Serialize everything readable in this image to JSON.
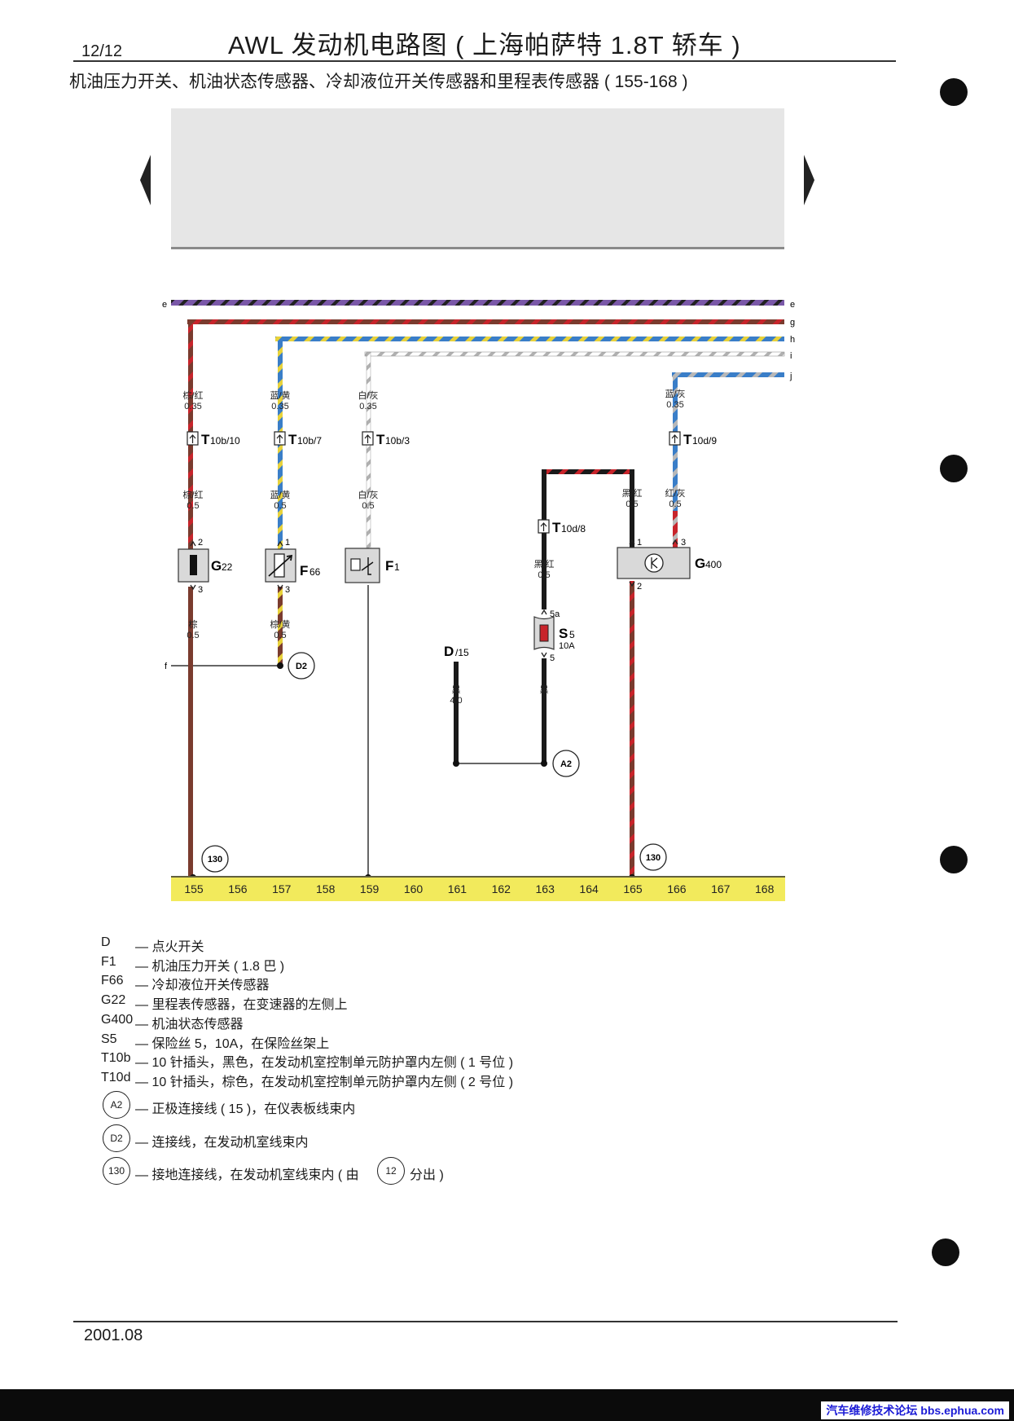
{
  "header": {
    "page_number": "12/12",
    "title": "AWL 发动机电路图 ( 上海帕萨特 1.8T 轿车 )",
    "subtitle": "机油压力开关、机油状态传感器、冷却液位开关传感器和里程表传感器 ( 155-168 )"
  },
  "bus_letters": [
    "e",
    "g",
    "h",
    "i",
    "j",
    "f"
  ],
  "wire_labels": [
    {
      "id": "w155a",
      "color": "棕/红",
      "size": "0.35"
    },
    {
      "id": "w157a",
      "color": "蓝/黄",
      "size": "0.35"
    },
    {
      "id": "w159a",
      "color": "白/灰",
      "size": "0.35"
    },
    {
      "id": "w166a",
      "color": "蓝/灰",
      "size": "0.35"
    },
    {
      "id": "w155b",
      "color": "棕/红",
      "size": "0.5"
    },
    {
      "id": "w157b",
      "color": "蓝/黄",
      "size": "0.5"
    },
    {
      "id": "w159b",
      "color": "白/灰",
      "size": "0.5"
    },
    {
      "id": "w165a",
      "color": "黑/红",
      "size": "0.5"
    },
    {
      "id": "w166b",
      "color": "红/灰",
      "size": "0.5"
    },
    {
      "id": "w163a",
      "color": "黑/红",
      "size": "0.5"
    },
    {
      "id": "w155c",
      "color": "棕",
      "size": "0.5"
    },
    {
      "id": "w157c",
      "color": "棕/黄",
      "size": "0.5"
    },
    {
      "id": "wD",
      "color": "黑",
      "size": "4.0"
    },
    {
      "id": "w163b",
      "color": "黑",
      "size": ""
    }
  ],
  "connectors": [
    {
      "id": "c1",
      "main": "T",
      "sub": "10b/10"
    },
    {
      "id": "c2",
      "main": "T",
      "sub": "10b/7"
    },
    {
      "id": "c3",
      "main": "T",
      "sub": "10b/3"
    },
    {
      "id": "c4",
      "main": "T",
      "sub": "10d/9"
    },
    {
      "id": "c5",
      "main": "T",
      "sub": "10d/8"
    }
  ],
  "components": [
    {
      "id": "G22",
      "main": "G",
      "sub": "22",
      "pins": [
        "2",
        "3"
      ]
    },
    {
      "id": "F66",
      "main": "F",
      "sub": "66",
      "pins": [
        "1",
        "3"
      ]
    },
    {
      "id": "F1",
      "main": "F",
      "sub": "1",
      "pins": []
    },
    {
      "id": "G400",
      "main": "G",
      "sub": "400",
      "pins": [
        "1",
        "3",
        "2"
      ]
    },
    {
      "id": "S5",
      "main": "S",
      "sub": "5",
      "rating": "10A",
      "pins": [
        "5a",
        "5"
      ]
    },
    {
      "id": "D",
      "main": "D",
      "sub": "/15",
      "pins": []
    }
  ],
  "diagram_circles": [
    "D2",
    "A2",
    "130",
    "130"
  ],
  "track_numbers": [
    "155",
    "156",
    "157",
    "158",
    "159",
    "160",
    "161",
    "162",
    "163",
    "164",
    "165",
    "166",
    "167",
    "168"
  ],
  "legend": [
    {
      "code": "D",
      "text": "— 点火开关"
    },
    {
      "code": "F1",
      "text": "— 机油压力开关 ( 1.8 巴 )"
    },
    {
      "code": "F66",
      "text": "— 冷却液位开关传感器"
    },
    {
      "code": "G22",
      "text": "— 里程表传感器，在变速器的左侧上"
    },
    {
      "code": "G400",
      "text": "— 机油状态传感器"
    },
    {
      "code": "S5",
      "text": "— 保险丝 5，10A，在保险丝架上"
    },
    {
      "code": "T10b",
      "text": "— 10 针插头，黑色，在发动机室控制单元防护罩内左侧 ( 1 号位 )"
    },
    {
      "code": "T10d",
      "text": "— 10 针插头，棕色，在发动机室控制单元防护罩内左侧 ( 2 号位 )"
    }
  ],
  "legend_circles": [
    {
      "code": "A2",
      "text": "— 正极连接线 ( 15 )，在仪表板线束内"
    },
    {
      "code": "D2",
      "text": "— 连接线，在发动机室线束内"
    },
    {
      "code": "130",
      "text": "— 接地连接线，在发动机室线束内 ( 由",
      "ref": "12",
      "after": "分出 )"
    }
  ],
  "footer": {
    "date": "2001.08",
    "watermark": "汽车维修技术论坛 bbs.ephua.com"
  },
  "colors": {
    "brown": "#7a3b2e",
    "red": "#c8242b",
    "black": "#1a1a1a",
    "blue": "#3a7ec8",
    "yellow": "#e8d23a",
    "violet": "#7a58a8",
    "gray": "#a8a8a8",
    "track_bar": "#f2ea5c",
    "component_fill": "#d9d9d9"
  }
}
